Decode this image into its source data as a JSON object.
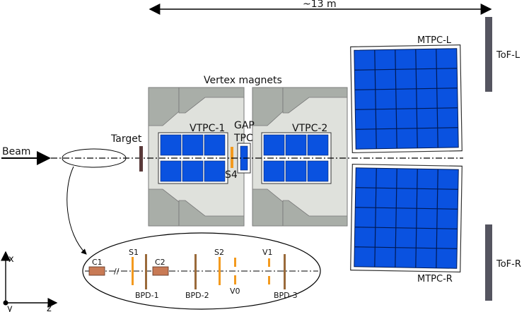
{
  "scale_label": "~13 m",
  "beam_label": "Beam",
  "target_label": "Target",
  "vertex_magnets_label": "Vertex magnets",
  "vtpc1_label": "VTPC-1",
  "vtpc2_label": "VTPC-2",
  "gap_tpc_label_1": "GAP",
  "gap_tpc_label_2": "TPC",
  "s4_label": "S4",
  "mtpc_l_label": "MTPC-L",
  "mtpc_r_label": "MTPC-R",
  "tof_l_label": "ToF-L",
  "tof_r_label": "ToF-R",
  "inset": {
    "c1": "C1",
    "c2": "C2",
    "s1": "S1",
    "s2": "S2",
    "v1": "V1",
    "v0": "V0",
    "bpd1": "BPD-1",
    "bpd2": "BPD-2",
    "bpd3": "BPD-3",
    "break_mark": "//"
  },
  "axes": {
    "x": "x",
    "y": "y",
    "z": "z"
  },
  "colors": {
    "tpc_blue": "#0a52e0",
    "magnet_fill": "#dfe1dc",
    "magnet_pole": "#a9aea8",
    "tof": "#555560",
    "orange": "#f39a1e",
    "brown": "#9a6a3a",
    "c_box": "#c87a55"
  }
}
